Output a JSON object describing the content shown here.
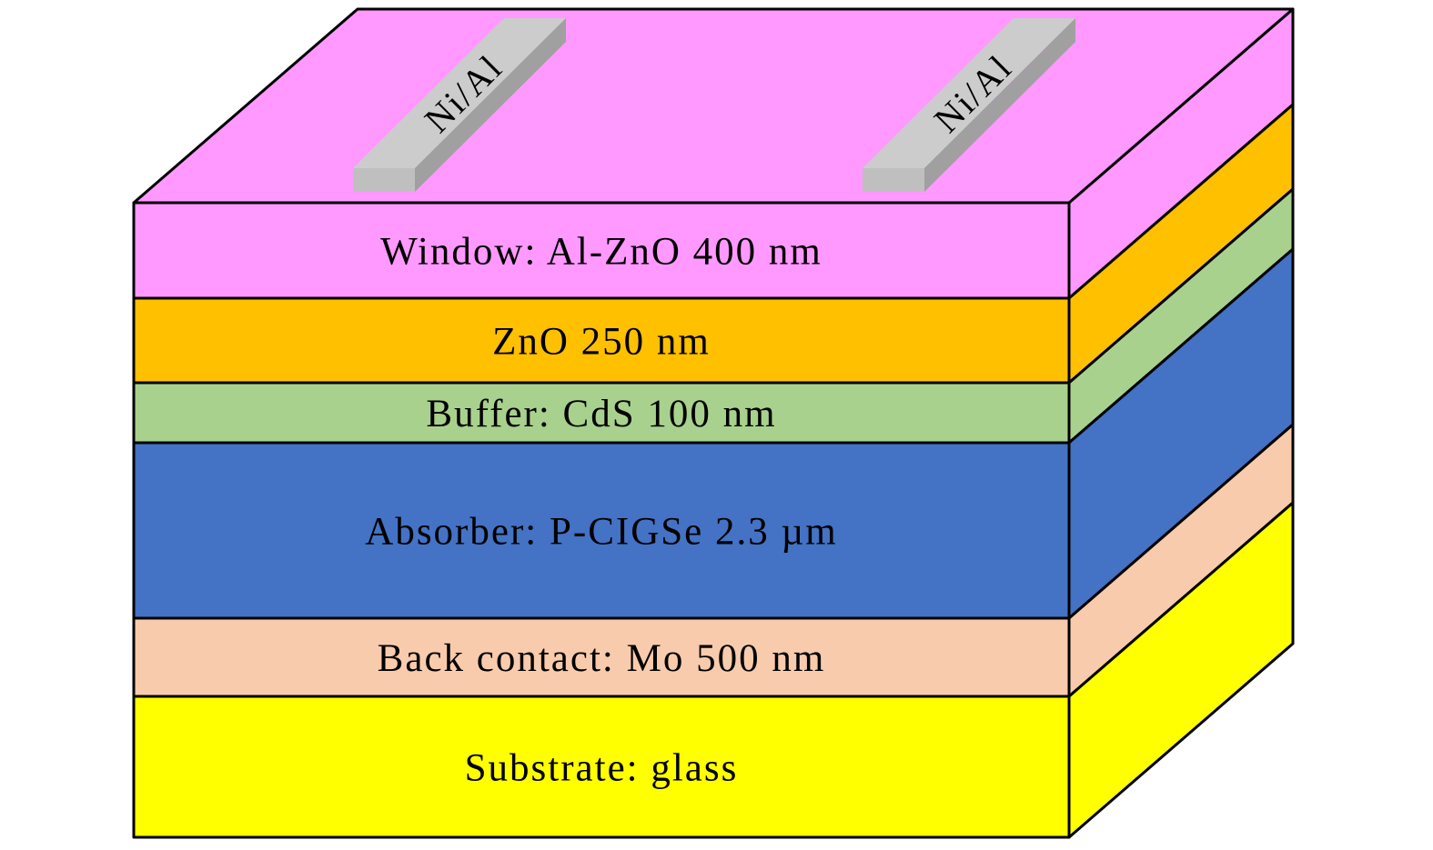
{
  "diagram": {
    "type": "layered-device-cross-section",
    "layers": [
      {
        "label": "Window: Al-ZnO 400 nm",
        "color": "#FF99FF"
      },
      {
        "label": "ZnO 250 nm",
        "color": "#FFC000"
      },
      {
        "label": "Buffer: CdS 100 nm",
        "color": "#A9D18E"
      },
      {
        "label": "Absorber: P-CIGSe 2.3 µm",
        "color": "#4472C4"
      },
      {
        "label": "Back contact: Mo 500 nm",
        "color": "#F8CBAD"
      },
      {
        "label": "Substrate: glass",
        "color": "#FFFF00"
      }
    ],
    "contacts": [
      {
        "label": "Ni/Al"
      },
      {
        "label": "Ni/Al"
      }
    ],
    "contact_colors": {
      "top": "#CCCCCC",
      "front": "#BFBFBF",
      "side": "#A0A0A0"
    }
  }
}
